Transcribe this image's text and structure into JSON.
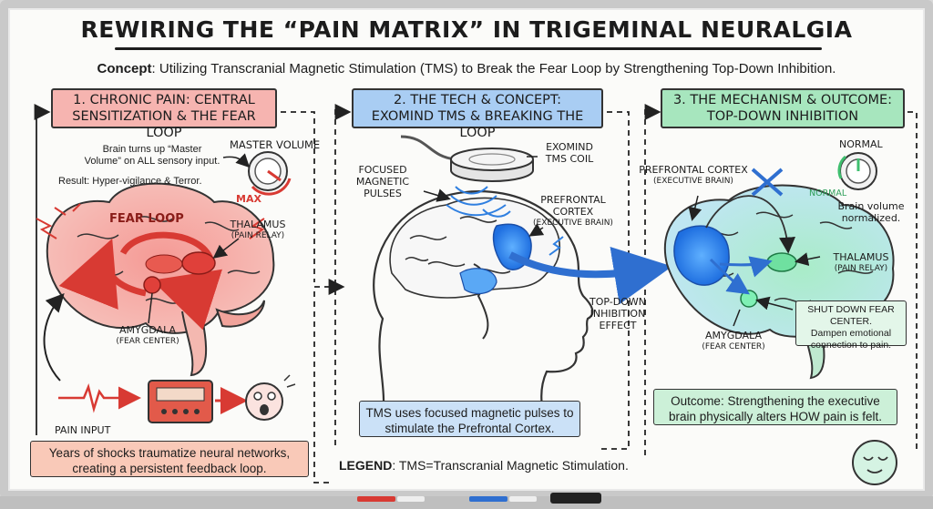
{
  "title": "REWIRING THE “PAIN MATRIX” IN TRIGEMINAL NEURALGIA",
  "concept": {
    "label": "Concept",
    "text": ": Utilizing Transcranial Magnetic Stimulation (TMS) to Break the Fear Loop by Strengthening Top-Down Inhibition."
  },
  "panel1": {
    "header_line1": "1. CHRONIC PAIN: CENTRAL",
    "header_line2": "SENSITIZATION & THE FEAR LOOP",
    "note_line1": "Brain turns up “Master",
    "note_line2": "Volume” on ALL sensory input.",
    "result": "Result: Hyper-vigilance & Terror.",
    "master_volume": "MASTER VOLUME",
    "max": "MAX",
    "fear_loop": "FEAR LOOP",
    "thalamus": "THALAMUS",
    "thalamus_sub": "(PAIN RELAY)",
    "amygdala": "AMYGDALA",
    "amygdala_sub": "(FEAR CENTER)",
    "pain_input": "PAIN INPUT",
    "box_line1": "Years of shocks traumatize neural networks,",
    "box_line2": "creating a persistent feedback loop."
  },
  "panel2": {
    "header_line1": "2. THE TECH & CONCEPT:",
    "header_line2": "EXOMIND TMS & BREAKING THE LOOP",
    "coil_line1": "EXOMIND",
    "coil_line2": "TMS COIL",
    "pulses_line1": "FOCUSED",
    "pulses_line2": "MAGNETIC",
    "pulses_line3": "PULSES",
    "pfc_line1": "PREFRONTAL",
    "pfc_line2": "CORTEX",
    "pfc_sub": "(EXECUTIVE BRAIN)",
    "effect_line1": "TOP-DOWN",
    "effect_line2": "INHIBITION",
    "effect_line3": "EFFECT",
    "box_line1": "TMS uses focused magnetic pulses to",
    "box_line2": "stimulate the Prefrontal Cortex."
  },
  "panel3": {
    "header_line1": "3. THE MECHANISM & OUTCOME:",
    "header_line2": "TOP-DOWN INHIBITION",
    "pfc": "PREFRONTAL CORTEX",
    "pfc_sub": "(EXECUTIVE BRAIN)",
    "normal": "NORMAL",
    "normal_dial": "NORMAL",
    "volume_line1": "Brain volume",
    "volume_line2": "normalized.",
    "thalamus": "THALAMUS",
    "thalamus_sub": "(PAIN RELAY)",
    "amygdala": "AMYGDALA",
    "amygdala_sub": "(FEAR CENTER)",
    "shut_line1": "SHUT DOWN FEAR CENTER.",
    "shut_line2": "Dampen emotional",
    "shut_line3": "connection to pain.",
    "box_line1": "Outcome: Strengthening the executive",
    "box_line2": "brain physically alters HOW pain is felt."
  },
  "legend": {
    "label": "LEGEND",
    "text": ": TMS=Transcranial Magnetic Stimulation."
  },
  "colors": {
    "red": "#e0403a",
    "blue": "#2f7fe0",
    "green": "#3fbf6f"
  }
}
